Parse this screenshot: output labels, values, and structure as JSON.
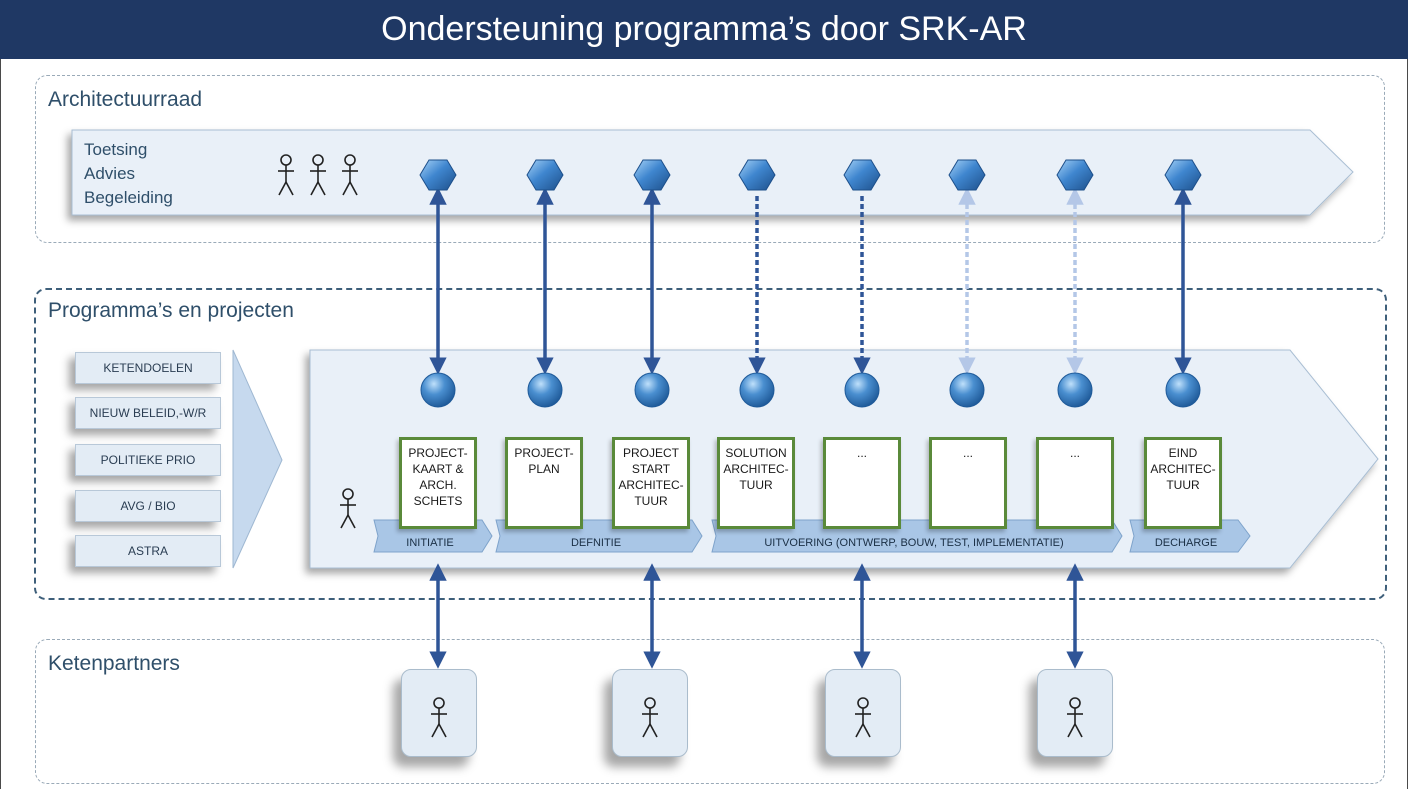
{
  "title": "Ondersteuning programma’s door SRK-AR",
  "sections": {
    "architectuurraad": "Architectuurraad",
    "programmas": "Programma’s en projecten",
    "ketenpartners": "Ketenpartners"
  },
  "council_roles": [
    "Toetsing",
    "Advies",
    "Begeleiding"
  ],
  "drivers": [
    "KETENDOELEN",
    "NIEUW BELEID,-W/R",
    "POLITIEKE PRIO",
    "AVG / BIO",
    "ASTRA"
  ],
  "deliverables": [
    "PROJECT-\nKAART &\nARCH.\nSCHETS",
    "PROJECT-\nPLAN",
    "PROJECT\nSTART\nARCHITEC-\nTUUR",
    "SOLUTION\nARCHITEC-\nTUUR",
    "...",
    "...",
    "...",
    "EIND\nARCHITEC-\nTUUR"
  ],
  "phases": [
    "INITIATIE",
    "DEFNITIE",
    "UITVOERING (ONTWERP, BOUW, TEST, IMPLEMENTATIE)",
    "DECHARGE"
  ],
  "connector_styles": [
    "solid",
    "solid",
    "solid",
    "dotted",
    "dotted",
    "faint-dotted",
    "faint-dotted",
    "solid"
  ],
  "colors": {
    "title_bg": "#1f3864",
    "arrow_fill": "#e9f0f8",
    "node_blue": "#4a8fd0",
    "connector": "#2f5597",
    "connector_faint": "#b4c7e7",
    "deliverable_border": "#5a8a3a",
    "phase_fill": "#a9c6e6"
  }
}
